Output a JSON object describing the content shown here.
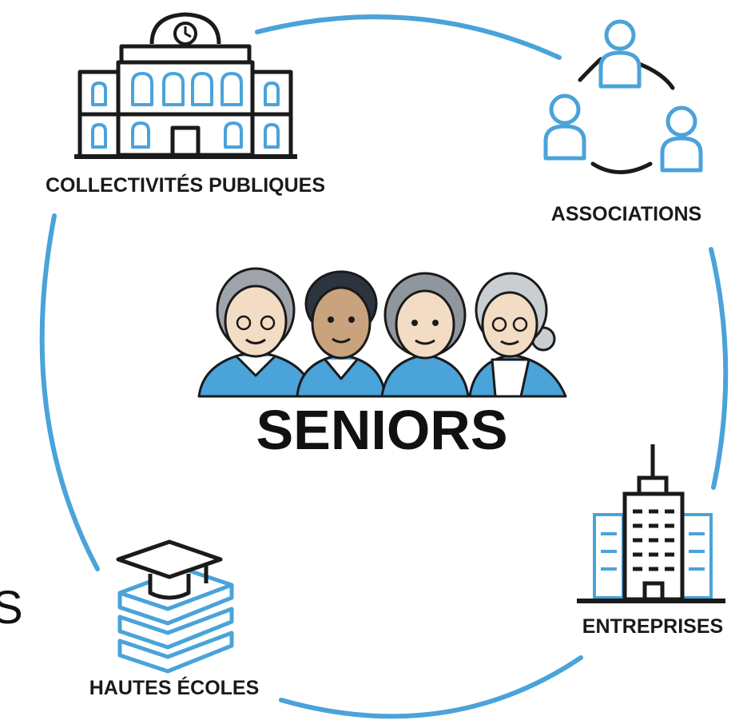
{
  "center": {
    "title": "SENIORS"
  },
  "nodes": [
    {
      "id": "collectivites",
      "label": "COLLECTIVITÉS PUBLIQUES",
      "icon": "town-hall-icon"
    },
    {
      "id": "associations",
      "label": "ASSOCIATIONS",
      "icon": "community-people-icon"
    },
    {
      "id": "entreprises",
      "label": "ENTREPRISES",
      "icon": "office-building-icon"
    },
    {
      "id": "hautes-ecoles",
      "label": "HAUTES ÉCOLES",
      "icon": "graduation-books-icon"
    }
  ],
  "edge_fragment": "S",
  "colors": {
    "accent": "#4aa3d9",
    "ink": "#1a1a1a",
    "skin": "#f3dcc4",
    "skin_dark": "#c9a27e",
    "hair_grey": "#9ea4aa",
    "hair_light": "#c9ced3",
    "hair_dark": "#2c3440"
  }
}
